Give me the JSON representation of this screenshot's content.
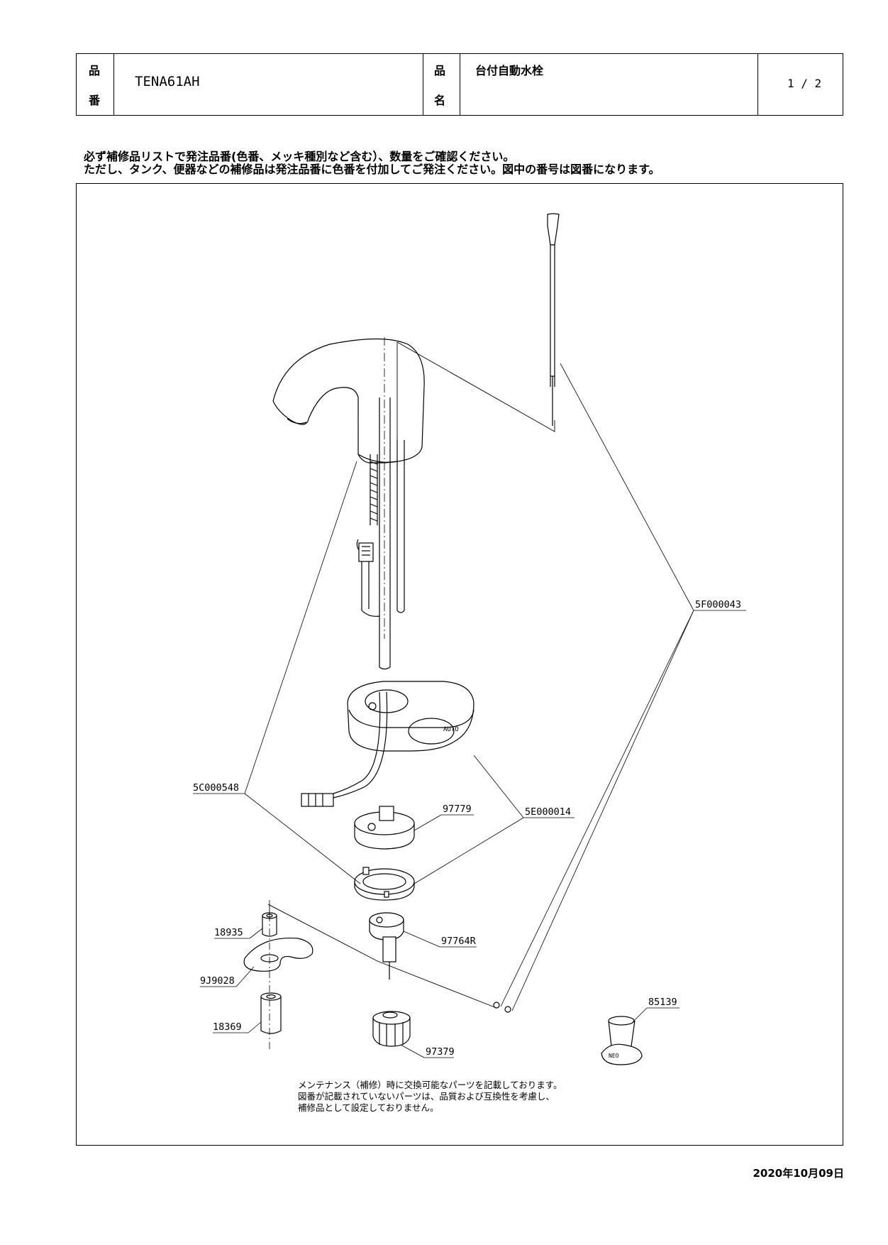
{
  "header": {
    "hinban_label_1": "品",
    "hinban_label_2": "番",
    "product_code": "TENA61AH",
    "hinmei_label_1": "品",
    "hinmei_label_2": "名",
    "product_name": "台付自動水栓",
    "page": "1 / 2"
  },
  "notice": {
    "line1": "必ず補修品リストで発注品番(色番、メッキ種別など含む）、数量をご確認ください。",
    "line2": "ただし、タンク、便器などの補修品は発注品番に色番を付加してご発注ください。図中の番号は図番になります。"
  },
  "parts": {
    "p5F000043": "5F000043",
    "p5C000548": "5C000548",
    "p5E000014": "5E000014",
    "p97779": "97779",
    "p97764R": "97764R",
    "p18935": "18935",
    "p9J9028": "9J9028",
    "p18369": "18369",
    "p97379": "97379",
    "p85139": "85139"
  },
  "footer_note": {
    "line1": "メンテナンス（補修）時に交換可能なパーツを記載しております。",
    "line2": "図番が記載されていないパーツは、品質および互換性を考慮し、",
    "line3": "補修品として設定しておりません。"
  },
  "date": "2020年10月09日"
}
